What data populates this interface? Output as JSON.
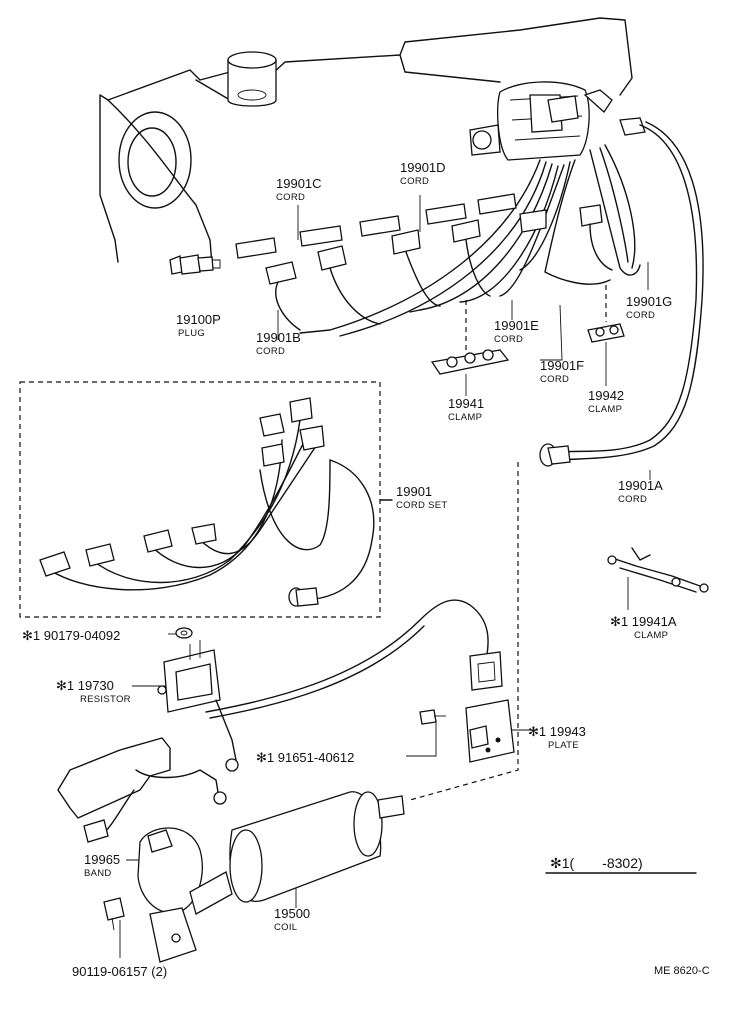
{
  "labels": {
    "plug": {
      "num": "19100P",
      "name": "PLUG"
    },
    "cord_b": {
      "num": "19901B",
      "name": "CORD"
    },
    "cord_c": {
      "num": "19901C",
      "name": "CORD"
    },
    "cord_d": {
      "num": "19901D",
      "name": "CORD"
    },
    "cord_e": {
      "num": "19901E",
      "name": "CORD"
    },
    "cord_f": {
      "num": "19901F",
      "name": "CORD"
    },
    "cord_g": {
      "num": "19901G",
      "name": "CORD"
    },
    "clamp_41": {
      "num": "19941",
      "name": "CLAMP"
    },
    "clamp_42": {
      "num": "19942",
      "name": "CLAMP"
    },
    "cord_set": {
      "num": "19901",
      "name": "CORD SET"
    },
    "cord_a": {
      "num": "19901A",
      "name": "CORD"
    },
    "clamp_41a": {
      "num": "✻1 19941A",
      "name": "CLAMP"
    },
    "nut": {
      "num": "✻1 90179-04092"
    },
    "resistor": {
      "num": "✻1 19730",
      "name": "RESISTOR"
    },
    "bolt": {
      "num": "✻1 91651-40612"
    },
    "plate": {
      "num": "✻1 19943",
      "name": "PLATE"
    },
    "band": {
      "num": "19965",
      "name": "BAND"
    },
    "coil": {
      "num": "19500",
      "name": "COIL"
    },
    "screw": {
      "num": "90119-06157 (2)"
    }
  },
  "note_range": "✻1(　　-8302)",
  "diagram_code": "ME 8620-C"
}
